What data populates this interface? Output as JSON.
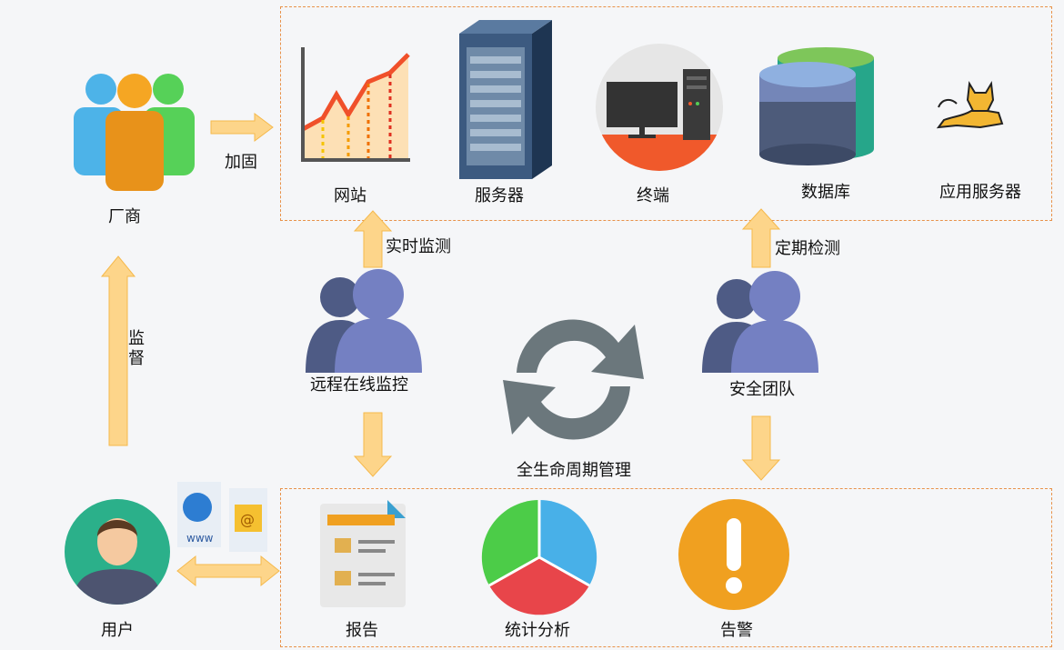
{
  "vendor": {
    "label": "厂商"
  },
  "harden": {
    "label": "加固"
  },
  "assets": [
    {
      "label": "网站"
    },
    {
      "label": "服务器"
    },
    {
      "label": "终端"
    },
    {
      "label": "数据库"
    },
    {
      "label": "应用服务器"
    }
  ],
  "realtime": {
    "label": "实时监测"
  },
  "periodic": {
    "label": "定期检测"
  },
  "supervise": {
    "label": "监督"
  },
  "remote": {
    "label": "远程在线监控"
  },
  "security_team": {
    "label": "安全团队"
  },
  "lifecycle": {
    "label": "全生命周期管理"
  },
  "user": {
    "label": "用户"
  },
  "outputs": [
    {
      "label": "报告"
    },
    {
      "label": "统计分析"
    },
    {
      "label": "告警"
    }
  ],
  "colors": {
    "arrow": "#fdd58a",
    "arrow_stroke": "#f5b94c",
    "dashed": "#e8924a",
    "person": "#6f7fbf",
    "cycle": "#6b777c"
  }
}
